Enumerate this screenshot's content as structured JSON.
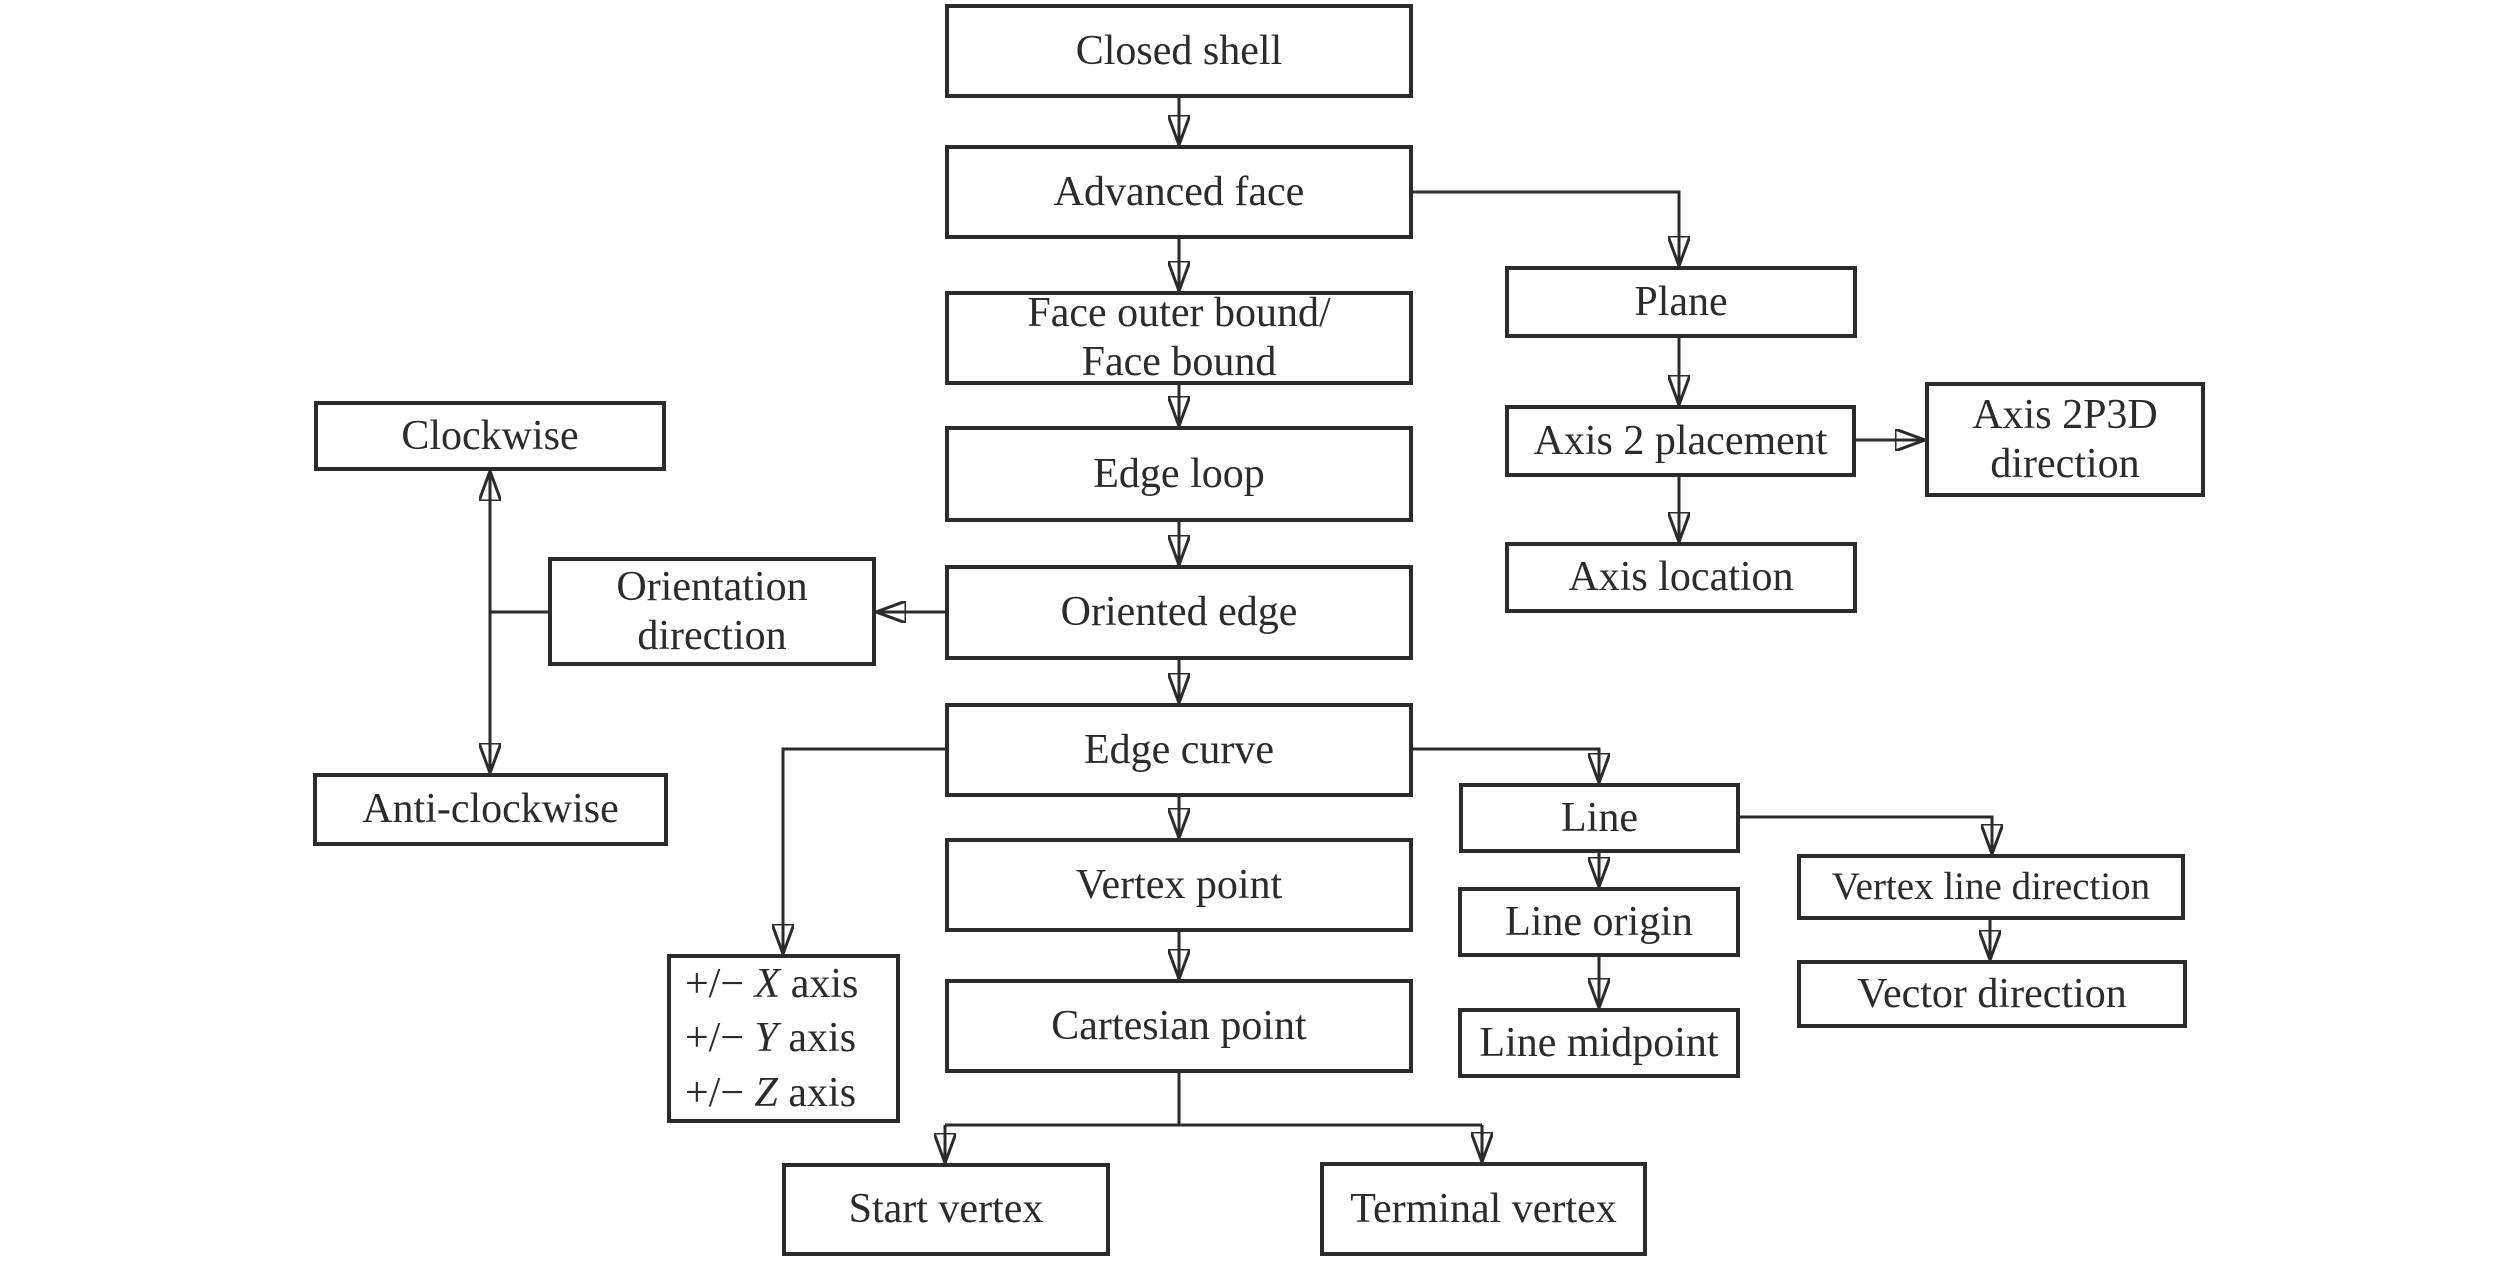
{
  "figure": {
    "background": "#ffffff",
    "stroke_color": "#2b2b2b",
    "text_color": "#2b2b2b"
  },
  "nodes": {
    "closed_shell": {
      "label": "Closed shell"
    },
    "advanced_face": {
      "label": "Advanced face"
    },
    "face_outer_bound": {
      "label": "Face outer bound/\nFace bound"
    },
    "edge_loop": {
      "label": "Edge loop"
    },
    "oriented_edge": {
      "label": "Oriented edge"
    },
    "edge_curve": {
      "label": "Edge curve"
    },
    "vertex_point": {
      "label": "Vertex point"
    },
    "cartesian_point": {
      "label": "Cartesian point"
    },
    "start_vertex": {
      "label": "Start vertex"
    },
    "terminal_vertex": {
      "label": "Terminal vertex"
    },
    "clockwise": {
      "label": "Clockwise"
    },
    "orientation_direction": {
      "label": "Orientation\ndirection"
    },
    "anti_clockwise": {
      "label": "Anti-clockwise"
    },
    "plane": {
      "label": "Plane"
    },
    "axis_2_placement": {
      "label": "Axis 2 placement"
    },
    "axis_2p3d_direction": {
      "label": "Axis 2P3D\ndirection"
    },
    "axis_location": {
      "label": "Axis location"
    },
    "line": {
      "label": "Line"
    },
    "line_origin": {
      "label": "Line origin"
    },
    "line_midpoint": {
      "label": "Line midpoint"
    },
    "vertex_line_direction": {
      "label": "Vertex line direction"
    },
    "vector_direction": {
      "label": "Vector direction"
    }
  },
  "axes_box": {
    "lines": [
      {
        "pre": "+/− ",
        "var": "X",
        "suf": " axis"
      },
      {
        "pre": "+/− ",
        "var": "Y",
        "suf": " axis"
      },
      {
        "pre": "+/− ",
        "var": "Z",
        "suf": " axis"
      }
    ]
  }
}
